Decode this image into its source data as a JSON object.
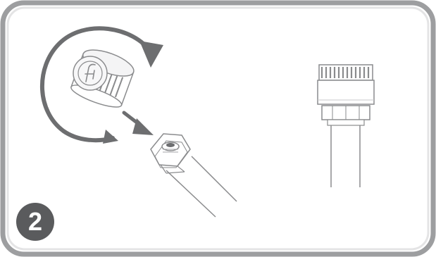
{
  "step": {
    "number": "2"
  },
  "colors": {
    "frame": "#9d9ea0",
    "frame_inner": "#e9e9ea",
    "badge": "#5a5b5d",
    "line": "#8a8b8d",
    "arrow": "#6d6e70"
  },
  "icons": {
    "rotate": "rotate-clockwise-arrow",
    "down": "diagonal-down-arrow"
  }
}
